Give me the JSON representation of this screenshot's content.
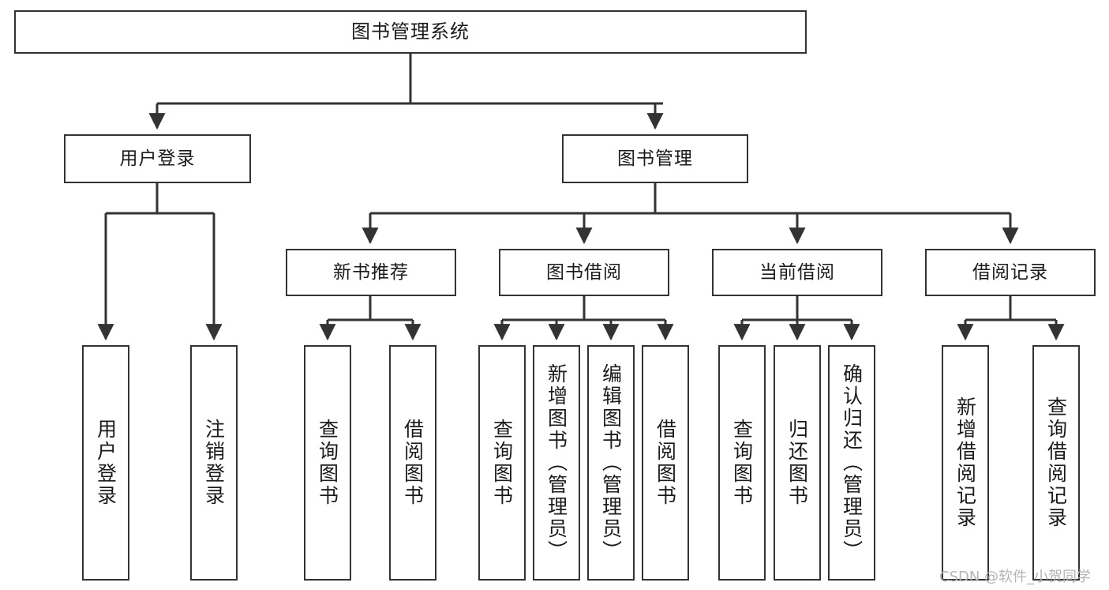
{
  "diagram": {
    "type": "tree",
    "title": "图书管理系统",
    "orientation": "top-down",
    "colors": {
      "box_border": "#333333",
      "box_fill": "#ffffff",
      "edge": "#333333",
      "text": "#1b1b1b",
      "watermark": "#b4b4b4"
    }
  },
  "watermark": "CSDN @软件_小贺同学",
  "nodes": {
    "root": {
      "label": "图书管理系统",
      "level": 1
    },
    "level2": [
      {
        "id": "user-login",
        "label": "用户登录"
      },
      {
        "id": "book-manage",
        "label": "图书管理"
      }
    ],
    "level3": [
      {
        "id": "new-book-recommend",
        "label": "新书推荐",
        "parent": "book-manage"
      },
      {
        "id": "book-borrow",
        "label": "图书借阅",
        "parent": "book-manage"
      },
      {
        "id": "current-borrow",
        "label": "当前借阅",
        "parent": "book-manage"
      },
      {
        "id": "borrow-record",
        "label": "借阅记录",
        "parent": "book-manage"
      }
    ],
    "leaves": [
      {
        "id": "leaf-user-login",
        "label": "用户登录",
        "parent": "user-login"
      },
      {
        "id": "leaf-user-logout",
        "label": "注销登录",
        "parent": "user-login"
      },
      {
        "id": "leaf-query-book-1",
        "label": "查询图书",
        "parent": "new-book-recommend"
      },
      {
        "id": "leaf-borrow-book-1",
        "label": "借阅图书",
        "parent": "new-book-recommend"
      },
      {
        "id": "leaf-query-book-2",
        "label": "查询图书",
        "parent": "book-borrow"
      },
      {
        "id": "leaf-add-book",
        "label": "新增图书（管理员）",
        "parent": "book-borrow"
      },
      {
        "id": "leaf-edit-book",
        "label": "编辑图书（管理员）",
        "parent": "book-borrow"
      },
      {
        "id": "leaf-borrow-book-2",
        "label": "借阅图书",
        "parent": "book-borrow"
      },
      {
        "id": "leaf-query-book-3",
        "label": "查询图书",
        "parent": "current-borrow"
      },
      {
        "id": "leaf-return-book",
        "label": "归还图书",
        "parent": "current-borrow"
      },
      {
        "id": "leaf-confirm-return",
        "label": "确认归还（管理员）",
        "parent": "current-borrow"
      },
      {
        "id": "leaf-add-record",
        "label": "新增借阅记录",
        "parent": "borrow-record"
      },
      {
        "id": "leaf-query-record",
        "label": "查询借阅记录",
        "parent": "borrow-record"
      }
    ]
  }
}
